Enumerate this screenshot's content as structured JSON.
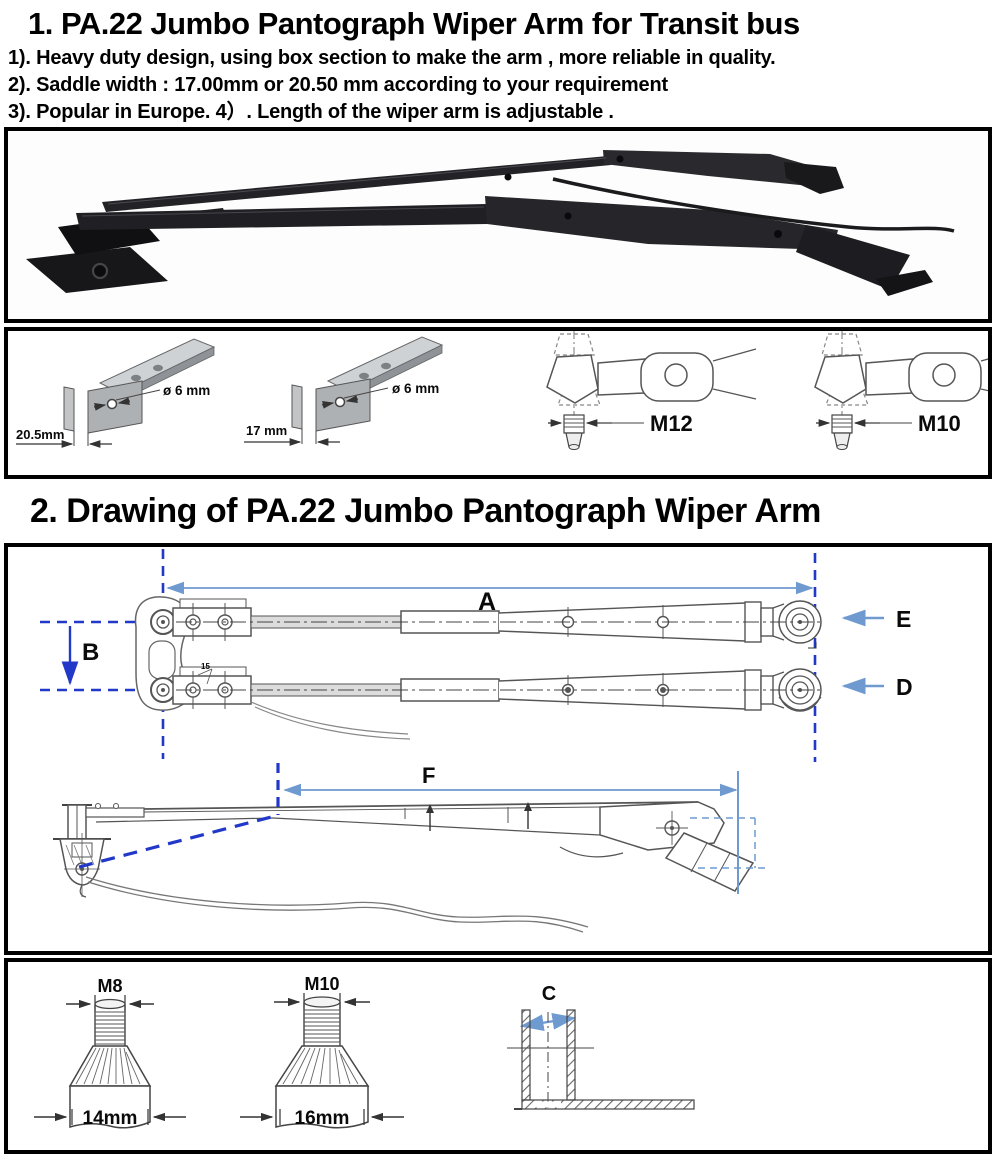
{
  "section1": {
    "title": "1. PA.22 Jumbo Pantograph Wiper Arm for Transit bus",
    "bullets": [
      "1). Heavy duty design, using box section to make the arm , more reliable in quality.",
      "2). Saddle width : 17.00mm or 20.50 mm according to your requirement",
      "3). Popular in Europe.  4）. Length of the wiper arm is adjustable ."
    ]
  },
  "section2": {
    "title": "2. Drawing of PA.22 Jumbo Pantograph Wiper Arm"
  },
  "saddle_box": {
    "saddle_wide": {
      "width_label": "20.5mm",
      "hole_label": "ø 6 mm"
    },
    "saddle_narrow": {
      "width_label": "17 mm",
      "hole_label": "ø 6 mm"
    },
    "bolt_m12_label": "M12",
    "bolt_m10_label": "M10"
  },
  "drawing_box": {
    "dim_a": "A",
    "dim_b": "B",
    "dim_d": "D",
    "dim_e": "E",
    "dim_f": "F",
    "angle_note": "15"
  },
  "bolt_box": {
    "stud_left_thread": "M8",
    "stud_left_width": "14mm",
    "stud_right_thread": "M10",
    "stud_right_width": "16mm",
    "channel_dim": "C"
  },
  "colors": {
    "dim_dashed_blue": "#2138c8",
    "dim_steel_blue": "#6f9ad0",
    "border_black": "#000000"
  }
}
